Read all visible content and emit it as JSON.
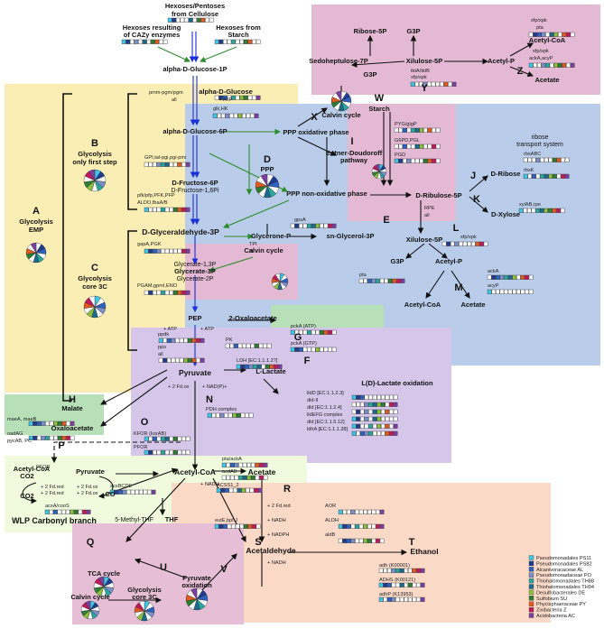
{
  "colors": [
    "#3ec6e6",
    "#1f3c8f",
    "#2b62c4",
    "#7b8fc9",
    "#2aa6a0",
    "#1b6b8e",
    "#8cc03f",
    "#2e7d32",
    "#e05a1f",
    "#c2185b",
    "#7b3fa0",
    "#f0a020"
  ],
  "legend": [
    "Pseudomonadales PS11",
    "Pseudomonadales PS82",
    "Alcanivoracaceae AL",
    "Pseudomonadaceae PO",
    "Thiohalomonadales TH88",
    "Thiohalomonadales TH94",
    "Desulfobacterales DE",
    "Sulfobium SU",
    "Phycisphaeraceae PY",
    "Zixibacteria Z",
    "Acidobacteria AC"
  ],
  "regions": {
    "A": "A",
    "A_title": "Glycolysis",
    "A_sub": "EMP",
    "B": "B",
    "B_title": "Glycolysis",
    "B_sub": "only first step",
    "C": "C",
    "C_title": "Glycolysis",
    "C_sub": "core 3C",
    "D": "D",
    "D_title": "PPP",
    "E": "E",
    "F": "F",
    "G": "G",
    "H": "H",
    "I": "I",
    "J": "J",
    "K": "K",
    "L": "L",
    "M": "M",
    "N": "N",
    "O": "O",
    "P": "P",
    "Q": "Q",
    "R": "R",
    "S": "S",
    "T": "T",
    "U": "U",
    "V": "V",
    "W": "W",
    "X": "X",
    "Y": "Y",
    "Z": "Z"
  },
  "nodes": {
    "hexoses_cellulose": "Hexoses/Pentoses",
    "hexoses_cellulose2": "from Cellulose",
    "hexoses_cazy": "Hexoses resulting",
    "hexoses_cazy2": "of CAZy enzymes",
    "hexoses_starch": "Hexoses from",
    "hexoses_starch2": "Starch",
    "glc1p": "alpha-D-Glucose-1P",
    "glc": "alpha-D-Glucose",
    "atp": "+ ATP",
    "glc6p": "alpha-D-Glucose-6P",
    "f6p": "D-Fructose-6P",
    "f16p": "D-Fructose-1,6Pi",
    "g3p": "D-Glyceraldehyde-3P",
    "bpg": "Glycerate-1,3P",
    "g3pa": "Glycerate-3P",
    "g2p": "Glycerate-2P",
    "pep": "PEP",
    "pyruvate": "Pyruvate",
    "lactate": "L-Lactate",
    "malate": "Malate",
    "oaa": "Oxaloacetate",
    "oaa2": "2-Oxaloacetate",
    "acetylcoa": "Acetyl-CoA",
    "acetate": "Acetate",
    "acetaldehyde": "Acetaldehyde",
    "ethanol": "Ethanol",
    "thf": "THF",
    "methylthf": "5-Methyl-THF",
    "co": "CO",
    "co2": "CO2",
    "co2b": "CO2",
    "acetylcoa_p": "Acetyl-CoA",
    "pyruvate_p": "Pyruvate",
    "wlp": "WLP Carbonyl branch",
    "pppox": "PPP oxidative phase",
    "pppnonox": "PPP non-oxidative phase",
    "ed": "Entner-Doudoroff",
    "ed2": "pathway",
    "glycerone": "Glycerone-P",
    "glycerol": "sn-Glycerol-3P",
    "ribulose": "D-Ribulose-5P",
    "ribose": "D-Ribose",
    "xylose": "D-Xylose",
    "xylulose": "Xilulose-5P",
    "xylulose_t": "Xilulose-5P",
    "g3p_l": "G3P",
    "acetylp": "Acetyl-P",
    "acetylcoa_m": "Acetyl-CoA",
    "acetate_m": "Acetate",
    "starch": "Starch",
    "calvin": "Calvin cycle",
    "calvin2": "Calvin cycle",
    "calvin3": "Calvin cycle",
    "sedo": "Sedoheptulose-7P",
    "ribose5p": "Ribose-5P",
    "g3p_t": "G3P",
    "g3p_t2": "G3P",
    "g3p_t3": "G3P",
    "acetylp_t": "Acetyl-P",
    "acetylcoa_t": "Acetyl-CoA",
    "acetate_t": "Acetate",
    "ribose_ts": "ribose",
    "ribose_ts2": "transport system",
    "tca": "TCA cycle",
    "glyc3c": "Glycolysis",
    "glyc3c2": "core 3C",
    "pyrox": "Pyruvate",
    "pyrox2": "oxidation",
    "lox": "L(D)-Lactate oxidation"
  },
  "cofactors": {
    "atp1": "+ ATP",
    "atp2": "+ ATP",
    "fd1": "+ 2 Fd.ox",
    "nad1": "+ NAD(P)+",
    "fdred1": "+ 2 Fd.red",
    "fdred2": "+ 2 Fd.red",
    "fdox": "+ 2 Fd.ox",
    "fdox2": "+ 2 Fd.ox",
    "nadh1": "+ NADH",
    "nadh2": "+ NADH",
    "nadh3": "+ NADH",
    "nadph": "+ NADPH",
    "fdred_r": "+ 2 Fd.red"
  },
  "enzymes": {
    "pmm": "pmm-pgm/pgm",
    "all1": "all",
    "glk": "glk,HK",
    "gpi": "GPI,tal-pgi,pgi-pmi",
    "pfk": "pfk/pfp,PFK,PFP",
    "aldo": "ALDO,fbaA/B",
    "gapa": "gapA,PGK",
    "pgam": "PGAM,gpmI,ENO",
    "ppdk": "ppdk",
    "pps": "pps",
    "all2": "all",
    "pk": "PK",
    "pcka_atp": "pckA (ATP)",
    "pcka_gtp": "pckA (GTP)",
    "tpi": "TPI",
    "all3": "all",
    "gpsa": "gpsA",
    "ldh": "LDH [EC:1.1.1.27]",
    "mae": "maeA, maeB",
    "oada": "oadAG",
    "pyc": "pycAB, PC",
    "pdh": "PDH complex",
    "kfor": "KFOR (korAB)",
    "pfor": "PFOR",
    "pfor2": "PFOR",
    "acs": "acsBCDE",
    "acsa": "acsA/cooS",
    "pta": "pta/ackA",
    "acdab": "acdAB",
    "acss": "ACSS1_2",
    "eute": "eutE,bphJ",
    "aor": "AOR",
    "aldh": "ALDH",
    "aldb": "aldB",
    "adh": "adh (K00001)",
    "adhs": "ADHS (K00121)",
    "adhp": "adhP (K13953)",
    "lldd": "lldD [EC:1.1.2.3]",
    "dld2": "dld-II",
    "dld1": "dld [EC:1.1.2.4]",
    "lldefg": "lldEFG complex",
    "dld5": "dld [EC:1.1.5.12]",
    "ldha": "ldhA [EC:1.1.1.28]",
    "pyg": "PYG/glgP",
    "g6pd": "G6PD,PGL",
    "pgd": "PGD",
    "rbsabc": "rbsABC",
    "rbsk": "rbsK",
    "xyl": "xylAB,rpe",
    "rpe": "RPE",
    "all4": "all",
    "xfp": "xfp/xpk",
    "pta_l": "pta",
    "acka": "ackA",
    "acyp": "acyP",
    "tkt": "tktA/tktB",
    "xfp2": "xfp/xpk",
    "xfp_z": "xfp/xpk",
    "pta_z": "pta",
    "xfp_z2": "xfp/xpk",
    "acka_z": "ackA,acyP"
  }
}
